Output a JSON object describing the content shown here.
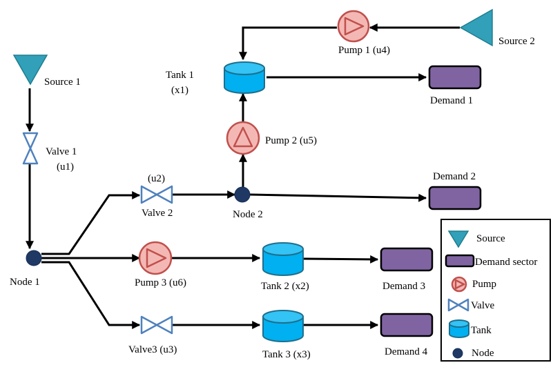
{
  "labels": {
    "source1": "Source 1",
    "source2": "Source 2",
    "valve1": "Valve  1",
    "valve1_ctrl": "(u1)",
    "valve2_ctrl": "(u2)",
    "valve2": "Valve  2",
    "valve3": "Valve3   (u3)",
    "pump1": "Pump  1  (u4)",
    "pump2": "Pump  2 (u5)",
    "pump3": "Pump 3   (u6)",
    "tank1": "Tank  1",
    "tank1_state": "(x1)",
    "tank2": "Tank  2  (x2)",
    "tank3": "Tank  3  (x3)",
    "node1": "Node 1",
    "node2": "Node 2",
    "demand1": "Demand  1",
    "demand2": "Demand  2",
    "demand3": "Demand  3",
    "demand4": "Demand  4"
  },
  "legend": {
    "source": "Source",
    "demand": "Demand sector",
    "pump": "Pump",
    "valve": "Valve",
    "tank": "Tank",
    "node": "Node"
  },
  "colors": {
    "source": "#31a0b8",
    "demand": "#8064a2",
    "pump_fill": "#f4b8b4",
    "pump_stroke": "#c0504d",
    "valve_stroke": "#4f81bd",
    "tank": "#00b0f0",
    "node": "#1f3864"
  }
}
